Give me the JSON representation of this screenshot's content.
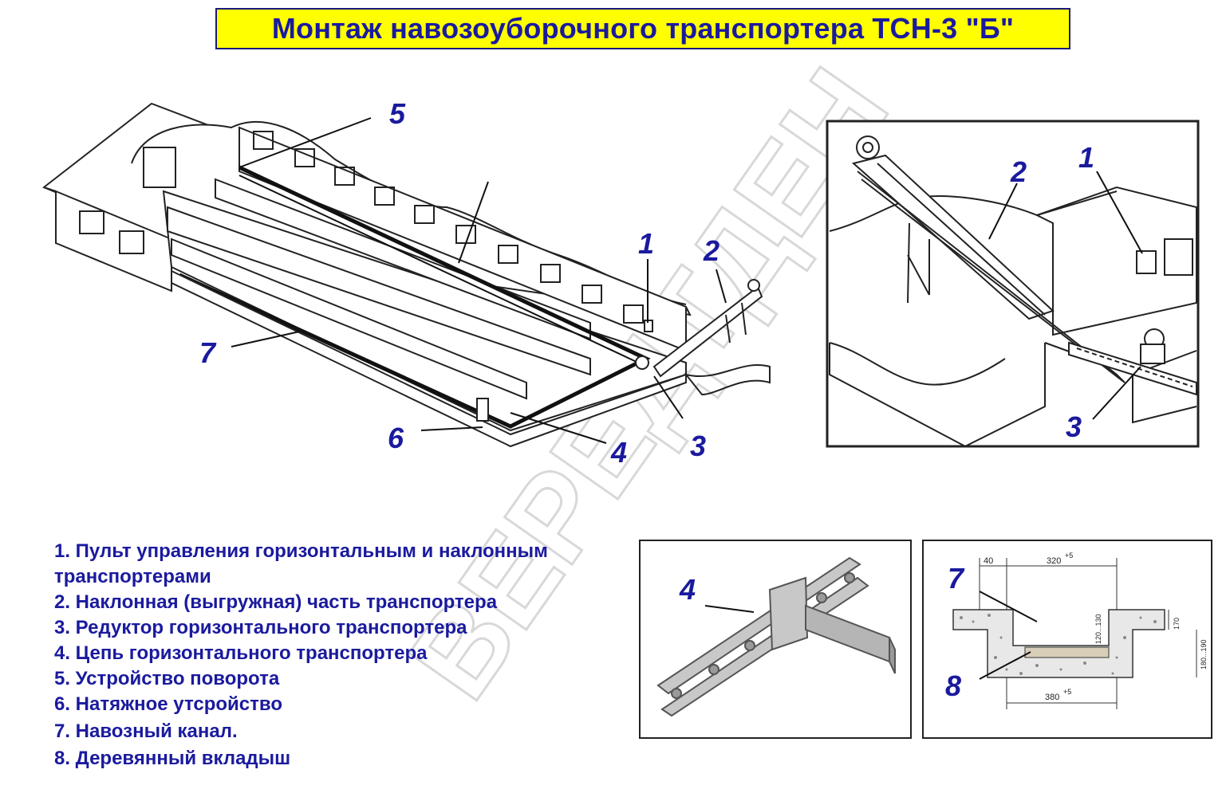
{
  "title": "Монтаж навозоуборочного транспортера ТСН-3 \"Б\"",
  "main_callouts": {
    "c1": "1",
    "c2": "2",
    "c3": "3",
    "c4": "4",
    "c5": "5",
    "c6": "6",
    "c7": "7"
  },
  "inset_incline_callouts": {
    "c1": "1",
    "c2": "2",
    "c3": "3"
  },
  "inset_chain_callouts": {
    "c4": "4"
  },
  "inset_section_callouts": {
    "c7": "7",
    "c8": "8"
  },
  "section_dimensions": {
    "d40": "40",
    "d320": "320",
    "d320_tol": "+5",
    "d380": "380",
    "d380_tol": "+5",
    "d120": "120...130",
    "d170": "170",
    "d180": "180...190"
  },
  "legend": [
    "1. Пульт управления горизонтальным и наклонным",
    "транспортерами",
    "2. Наклонная (выгружная) часть транспортера",
    "3.  Редуктор горизонтального транспортера",
    "4. Цепь горизонтального транспортера",
    "5. Устройство поворота",
    "6. Натяжное утсройство",
    "7. Навозный канал.",
    "8. Деревянный вкладыш"
  ],
  "colors": {
    "title_bg": "#ffff00",
    "title_text": "#1a1a9e",
    "callout": "#1a1a9e",
    "line": "#222222"
  }
}
